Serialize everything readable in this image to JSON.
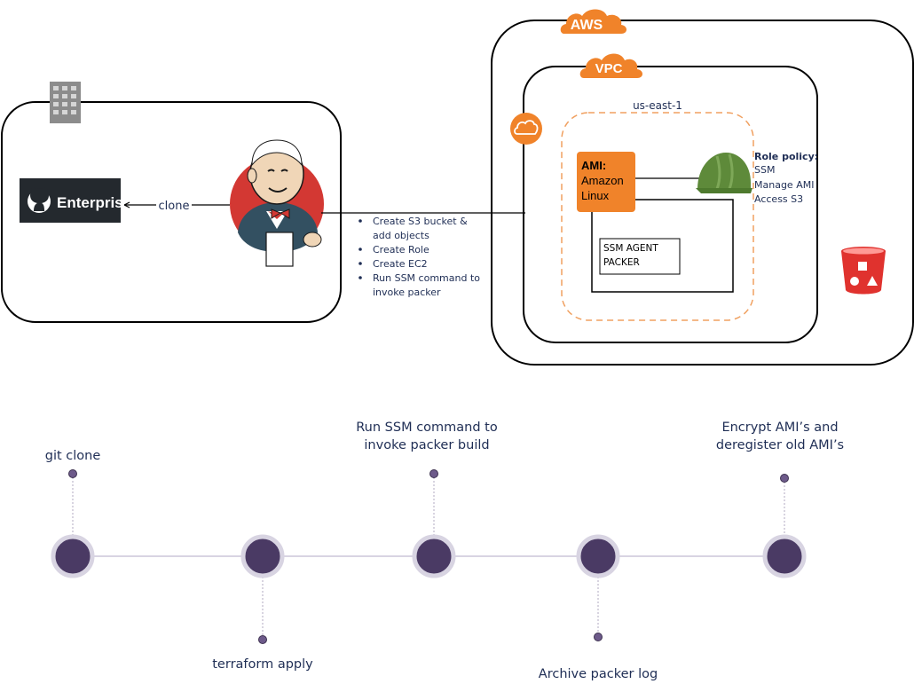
{
  "on_prem": {
    "github_label": "Enterprise",
    "clone_label": "clone",
    "steps": [
      "Create S3 bucket &",
      "add objects",
      "Create Role",
      "Create EC2",
      "Run SSM command to",
      "invoke packer"
    ]
  },
  "aws": {
    "cloud_label": "AWS",
    "vpc_label": "VPC",
    "region_label": "us-east-1",
    "ami": {
      "title": "AMI:",
      "line1": "Amazon",
      "line2": "Linux"
    },
    "agent_line1": "SSM AGENT",
    "agent_line2": "PACKER",
    "role_policy": {
      "title": "Role policy:",
      "items": [
        "SSM",
        "Manage AMI",
        "Access S3"
      ]
    }
  },
  "timeline": {
    "labels": {
      "git_clone": "git clone",
      "terraform_apply": "terraform apply",
      "run_ssm": "Run SSM command to\ninvoke packer build",
      "archive": "Archive packer log",
      "encrypt": "Encrypt AMI’s and\nderegister old AMI’s"
    }
  },
  "colors": {
    "orange": "#f0832a",
    "purple_node": "#4a3a64",
    "purple_ring": "#d8d4e2",
    "dark": "#000000",
    "helmet_green": "#5e8a3a",
    "bucket_red": "#e0322e",
    "navy_text": "#1f2e55"
  }
}
